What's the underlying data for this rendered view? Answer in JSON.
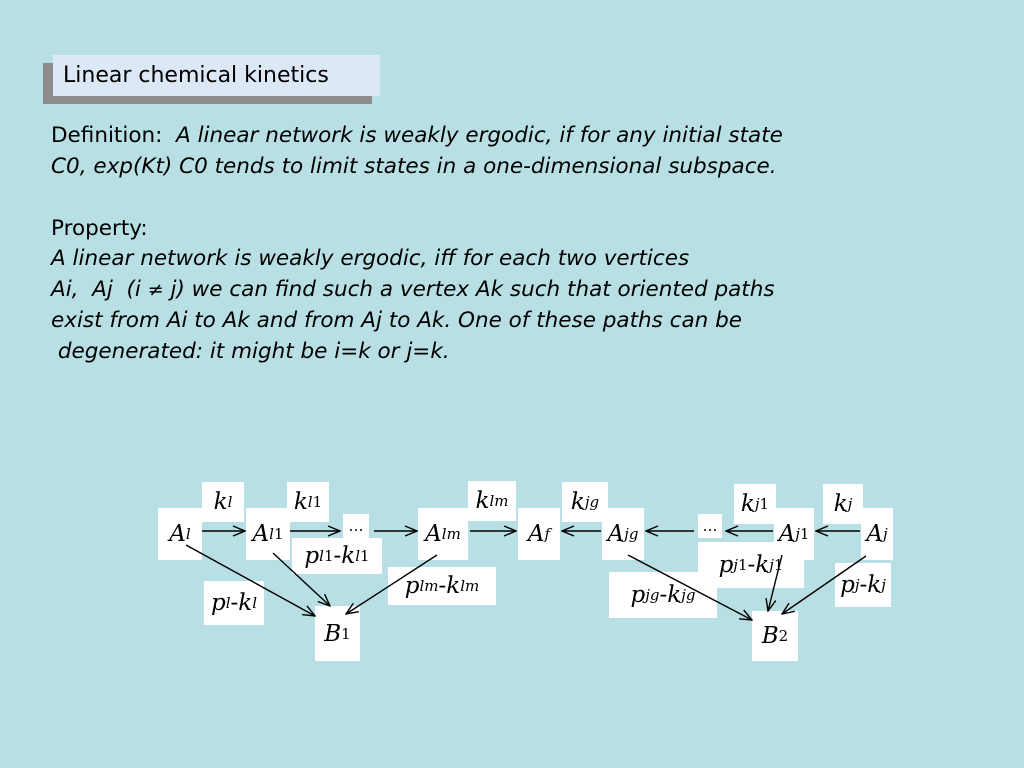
{
  "title": "Linear chemical kinetics",
  "definition": {
    "label": "Definition:",
    "line1": "A linear network is weakly ergodic, if for any initial state",
    "line2": "C0, exp(Kt) C0 tends to limit states in a one-dimensional subspace."
  },
  "property": {
    "label": "Property:",
    "line1": "A linear network is weakly ergodic, iff for each two vertices",
    "line2_pre": "Ai,  Aj  (i ",
    "neq": "≠",
    "line2_post": " j) we can find such a vertex Ak such that oriented paths",
    "line3": "exist from Ai to Ak and from Aj to Ak. One of these paths can be",
    "line4": " degenerated: it might be i=k or j=k."
  },
  "diagram": {
    "nodes": {
      "Al": {
        "base": "A",
        "sub": "l"
      },
      "Al1": {
        "base": "A",
        "sub": "l",
        "sub2": "1"
      },
      "dots1": "…",
      "Alm": {
        "base": "A",
        "sub": "lm"
      },
      "Af": {
        "base": "A",
        "sub": "f"
      },
      "Ajg": {
        "base": "A",
        "sub": "jg"
      },
      "dots2": "…",
      "Aj1": {
        "base": "A",
        "sub": "j",
        "sub2": "1"
      },
      "Aj": {
        "base": "A",
        "sub": "j"
      },
      "B1": {
        "base": "B",
        "sub": "1"
      },
      "B2": {
        "base": "B",
        "sub": "2"
      }
    },
    "rates": {
      "kl": {
        "base": "k",
        "sub": "l"
      },
      "kl1": {
        "base": "k",
        "sub": "l",
        "sub2": "1"
      },
      "klm": {
        "base": "k",
        "sub": "lm"
      },
      "kjg": {
        "base": "k",
        "sub": "jg"
      },
      "kj1": {
        "base": "k",
        "sub": "j",
        "sub2": "1"
      },
      "kj": {
        "base": "k",
        "sub": "j"
      }
    },
    "differences": {
      "pl_kl": {
        "p": "p",
        "psub": "l",
        "dash": "-",
        "k": "k",
        "ksub": "l"
      },
      "pl1_kl1": {
        "p": "p",
        "psub": "l",
        "psub2": "1",
        "dash": "-",
        "k": "k",
        "ksub": "l",
        "ksub2": "1"
      },
      "plm_klm": {
        "p": "p",
        "psub": "lm",
        "dash": "-",
        "k": "k",
        "ksub": "lm"
      },
      "pjg_kjg": {
        "p": "p",
        "psub": "jg",
        "dash": "-",
        "k": "k",
        "ksub": "jg"
      },
      "pj1_kj1": {
        "p": "p",
        "psub": "j",
        "psub2": "1",
        "dash": "-",
        "k": "k",
        "ksub": "j",
        "ksub2": "1"
      },
      "pj_kj": {
        "p": "p",
        "psub": "j",
        "dash": "-",
        "k": "k",
        "ksub": "j"
      }
    }
  },
  "colors": {
    "background": "#b8dfe3",
    "title_box": "#dde8f6",
    "title_shadow": "#8c8c8c"
  }
}
